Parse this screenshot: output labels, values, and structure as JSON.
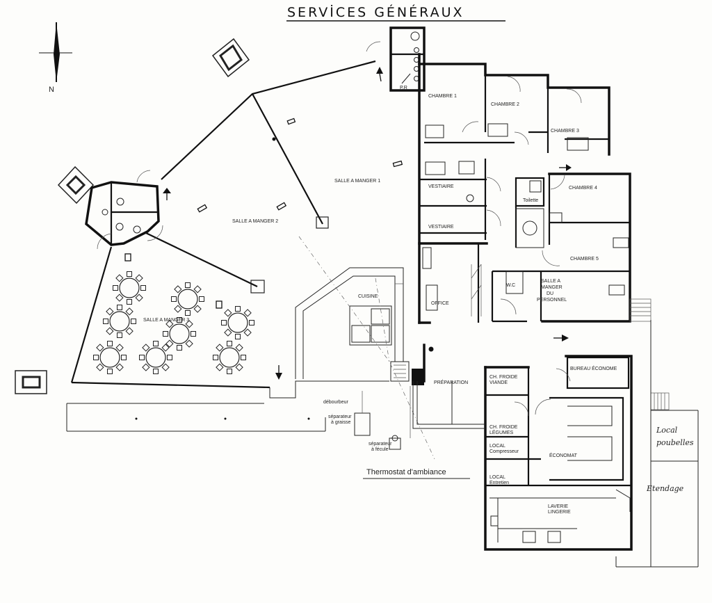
{
  "title": "SERVİCES    GÉNÉRAUX",
  "north": "N",
  "rooms": {
    "chambre1": "CHAMBRE 1",
    "chambre2": "CHAMBRE 2",
    "chambre3": "CHAMBRE 3",
    "chambre4": "CHAMBRE 4",
    "chambre5": "CHAMBRE 5",
    "salle1": "SALLE A MANGER 1",
    "salle2": "SALLE A MANGER 2",
    "salle3": "SALLE A MANGER 3",
    "vestiaire1": "VESTIAIRE",
    "vestiaire2": "VESTIAIRE",
    "toilette": "Toilette",
    "office": "OFFICE",
    "cuisine": "CUISINE",
    "salle_personnel_1": "SALLE A",
    "salle_personnel_2": "MANGER",
    "salle_personnel_3": "DU",
    "salle_personnel_4": "PERSONNEL",
    "preparation": "PRÉPARATION",
    "ch_froide_viande_1": "CH. FROIDE",
    "ch_froide_viande_2": "VIANDE",
    "ch_froide_legumes_1": "CH. FROIDE",
    "ch_froide_legumes_2": "LÉGUMES",
    "local_compresseur_1": "LOCAL",
    "local_compresseur_2": "Compresseur",
    "local_entretien_1": "LOCAL",
    "local_entretien_2": "Entretien",
    "bureau_econome": "BUREAU ÉCONOME",
    "economat": "ÉCONOMAT",
    "laverie_1": "LAVERIE",
    "laverie_2": "LINGERIE",
    "pr": "P.R",
    "wc": "W.C"
  },
  "notes": {
    "debourbeur": "débourbeur",
    "separateur_1": "séparateur",
    "separateur_2": "à graisse",
    "separateur_fecule_1": "séparateur",
    "separateur_fecule_2": "à fécule",
    "thermostat": "Thermostat d'ambiance",
    "local_poubelles_1": "Local",
    "local_poubelles_2": "poubelles",
    "etendage": "Etendage"
  }
}
